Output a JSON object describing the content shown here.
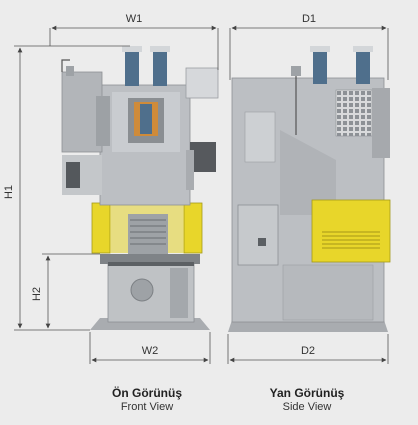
{
  "dimensions": {
    "w1": "W1",
    "d1": "D1",
    "h1": "H1",
    "h2": "H2",
    "w2": "W2",
    "d2": "D2"
  },
  "captions": {
    "front": {
      "turkish": "Ön Görünüş",
      "english": "Front View"
    },
    "side": {
      "turkish": "Yan Görünüş",
      "english": "Side View"
    }
  },
  "colors": {
    "background": "#ececec",
    "machine_body": "#b9bcc0",
    "machine_dark": "#6f7377",
    "guard_yellow": "#e8d62a",
    "cylinder_blue": "#4f6f8c"
  }
}
